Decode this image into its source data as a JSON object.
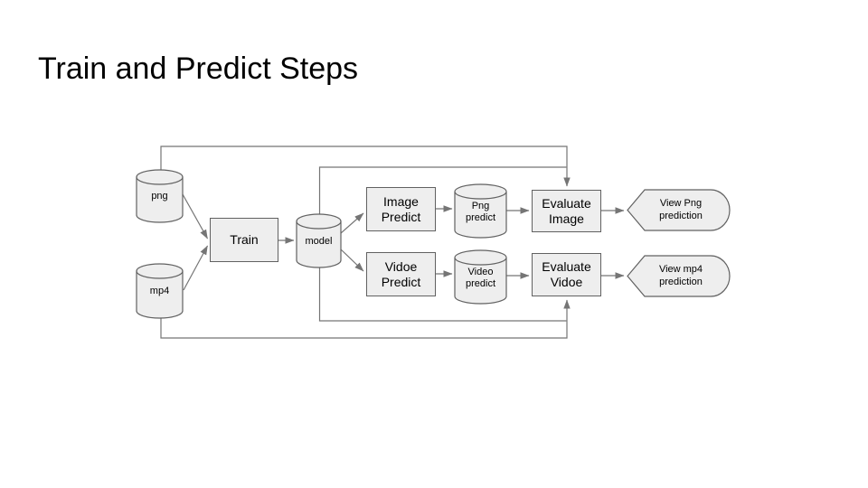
{
  "slide": {
    "title": "Train and Predict Steps"
  },
  "diagram": {
    "sources": {
      "png": "png",
      "mp4": "mp4"
    },
    "train": "Train",
    "model": "model",
    "predict": {
      "image": "Image Predict",
      "video": "Vidoe Predict"
    },
    "stores": {
      "png": "Png predict",
      "video": "Video predict"
    },
    "evaluate": {
      "image": "Evaluate Image",
      "video": "Evaluate Vidoe"
    },
    "outputs": {
      "png": "View Png prediction",
      "mp4": "View mp4 prediction"
    }
  },
  "colors": {
    "background": "#ffffff",
    "shape_fill": "#eeeeee",
    "shape_border": "#616161",
    "connector": "#757575",
    "text": "#000000"
  }
}
